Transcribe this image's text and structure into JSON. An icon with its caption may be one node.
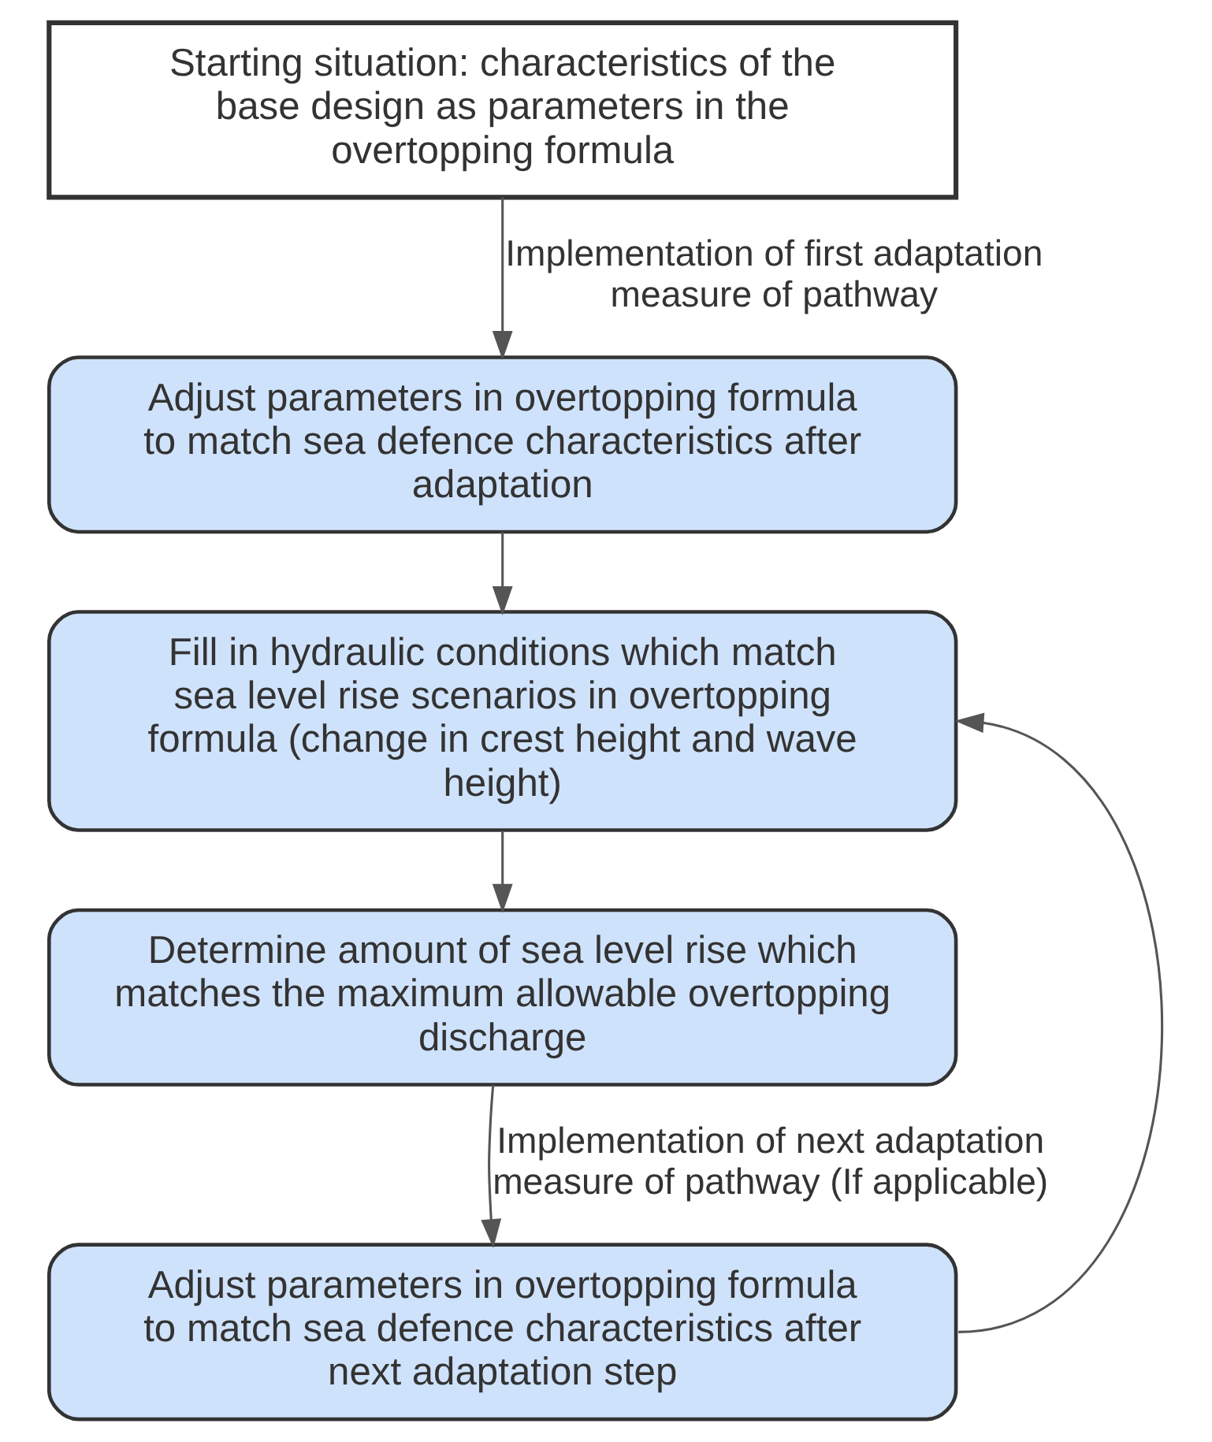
{
  "diagram": {
    "nodes": [
      {
        "text": [
          "Starting situation: characteristics of the base design as parameters in the overtopping formula"
        ]
      },
      {
        "text": [
          "Adjust parameters in overtopping formula to match sea defence characteristics after adaptation"
        ]
      },
      {
        "text": [
          "Fill in hydraulic conditions which match sea level rise scenarios in overtopping formula (change in crest height and wave height)"
        ]
      },
      {
        "text": [
          "Determine amount of sea level rise which matches the maximum allowable overtopping discharge"
        ]
      },
      {
        "text": [
          "Adjust parameters in overtopping formula to match sea defence characteristics after next adaptation step"
        ]
      }
    ],
    "edges": [
      {
        "from": 0,
        "to": 1,
        "arrow": "to",
        "label": "Implementation of first adaptation measure of pathway"
      },
      {
        "from": 1,
        "to": 2,
        "arrow": "to"
      },
      {
        "from": 2,
        "to": 3,
        "arrow": "to"
      },
      {
        "from": 3,
        "to": 4,
        "arrow": "to",
        "label": "Implementation of next adaptation measure of pathway (If applicable)"
      },
      {
        "from": 4,
        "to": 2,
        "arrow": "to"
      }
    ]
  }
}
